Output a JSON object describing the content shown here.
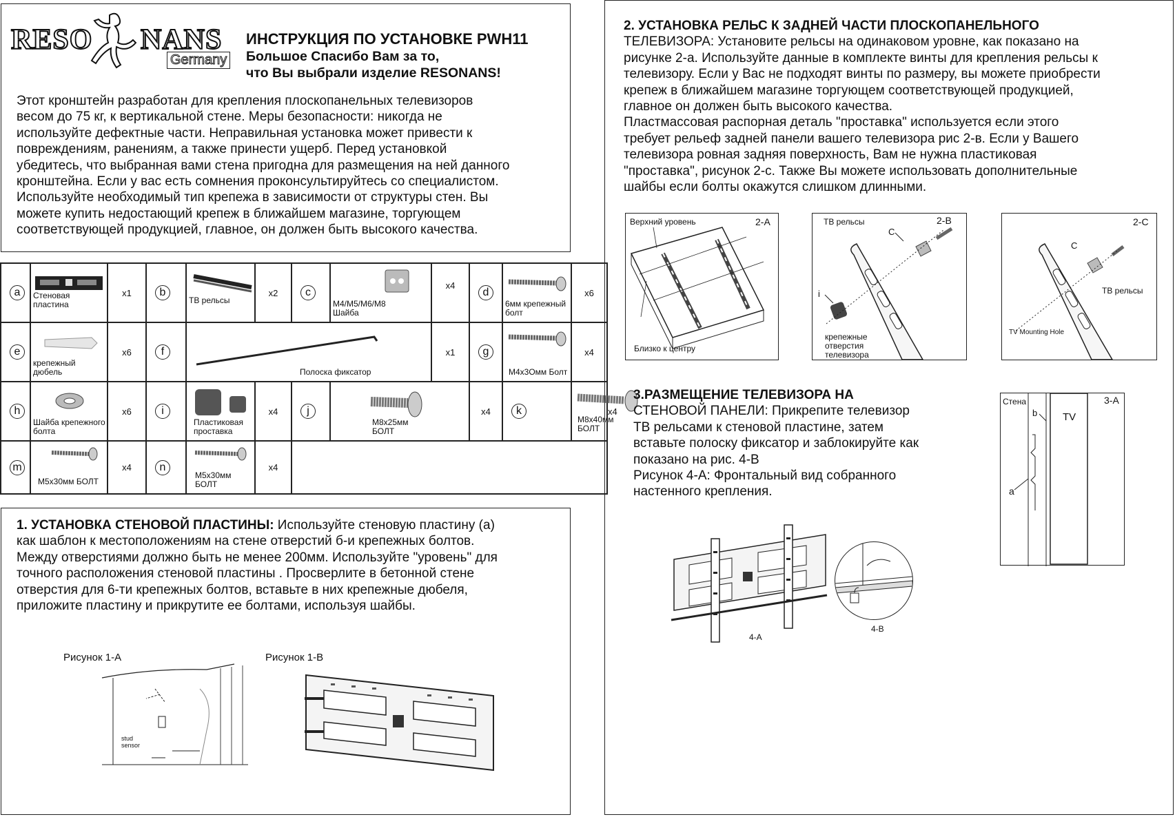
{
  "header": {
    "logo_text_left": "RESO",
    "logo_text_right": "NANS",
    "logo_sub": "Germany",
    "title": "ИНСТРУКЦИЯ ПО УСТАНОВКЕ PWH11",
    "thanks_line1": "Большое Спасибо Вам за то,",
    "thanks_line2": "что Вы выбрали изделие RESONANS!"
  },
  "intro": {
    "lines": [
      "Этот кронштейн разработан для крепления плоскопанельных телевизоров",
      "весом до 75 кг, к вертикальной стене. Меры безопасности: никогда не",
      "используйте дефектные части. Неправильная установка может привести к",
      "повреждениям, ранениям, а также принести ущерб. Перед установкой",
      "убедитесь, что выбранная вами стена пригодна для размещения на ней данного",
      "кронштейна. Если у вас есть сомнения проконсультируйтесь со специалистом.",
      "Используйте необходимый тип крепежа в зависимости от структуры стен. Вы",
      "можете купить недостающий крепеж в ближайшем магазине, торгующем",
      "соответствующей продукцией, главное, он должен быть высокого качества."
    ]
  },
  "parts": [
    {
      "letter": "a",
      "label": "Стеновая  пластина",
      "qty": "x1",
      "icon": "wall-plate-icon"
    },
    {
      "letter": "b",
      "label": "ТВ рельсы",
      "qty": "x2",
      "icon": "tv-rails-icon"
    },
    {
      "letter": "c",
      "label": "M4/M5/M6/M8 Шайба",
      "qty": "x4",
      "icon": "washer-plate-icon"
    },
    {
      "letter": "d",
      "label": "6мм крепежный болт",
      "qty": "x6",
      "icon": "bolt-icon"
    },
    {
      "letter": "e",
      "label": "крепежный дюбель",
      "qty": "x6",
      "icon": "anchor-icon"
    },
    {
      "letter": "f",
      "label": "Полоска фиксатор",
      "qty": "x1",
      "icon": "lock-rod-icon"
    },
    {
      "letter": "g",
      "label": "М4х3Омм Болт",
      "qty": "x4",
      "icon": "bolt-icon"
    },
    {
      "letter": "h",
      "label": "Шайба крепежного болта",
      "qty": "x6",
      "icon": "washer-icon"
    },
    {
      "letter": "i",
      "label": "Пластиковая проставка",
      "qty": "x4",
      "icon": "spacer-icon"
    },
    {
      "letter": "j",
      "label": "М8х25мм БОЛТ",
      "qty": "x4",
      "icon": "bolt-icon"
    },
    {
      "letter": "k",
      "label": "М8х40мм БОЛТ",
      "qty": "x4",
      "icon": "bolt-icon"
    },
    {
      "letter": "m",
      "label": "М5х30мм БОЛТ",
      "qty": "x4",
      "icon": "bolt-icon"
    },
    {
      "letter": "n",
      "label": "М5х30мм БОЛТ",
      "qty": "x4",
      "icon": "bolt-icon"
    }
  ],
  "step1": {
    "heading": "1. УСТАНОВКА СТЕНОВОЙ  ПЛАСТИНЫ:",
    "first_line_rest": " Используйте стеновую пластину (а)",
    "lines": [
      "как шаблон к местоположениям на стене отверстий б-и крепежных болтов.",
      "Между отверстиями должно быть не менее 200мм. Используйте \"уровень\" для",
      "точного расположения стеновой пластины . Просверлите в бетонной стене",
      "отверстия для 6-ти крепежных болтов, вставьте в них крепежные дюбеля,",
      "приложите пластину и прикрутите ее болтами, используя шайбы."
    ],
    "fig_a_caption": "Рисунок 1-А",
    "fig_b_caption": "Рисунок 1-В",
    "fig_a_label": "stud sensor"
  },
  "step2": {
    "heading": "2. УСТАНОВКА РЕЛЬС К ЗАДНЕЙ ЧАСТИ ПЛОСКОПАНЕЛЬНОГО",
    "lines": [
      "ТЕЛЕВИЗОРА: Установите рельсы на одинаковом уровне, как показано на",
      "рисунке 2-а. Используйте данные в комплекте винты для крепления рельсы к",
      "телевизору. Если у Вас не подходят винты по размеру, вы можете приобрести",
      "крепеж в ближайшем магазине торгующем соответствующей продукцией,",
      "главное он должен быть высокого качества.",
      "Пластмассовая распорная деталь \"проставка\" используется если этого",
      "требует рельеф задней панели вашего телевизора рис 2-в. Если у Вашего",
      "телевизора ровная задняя поверхность,  Вам не нужна пластиковая",
      "\"проставка\", рисунок 2-с. Также Вы можете использовать дополнительные",
      "шайбы  если болты окажутся слишком длинными."
    ],
    "fig2a": {
      "tag": "2-A",
      "top_label": "Верхний уровень",
      "bottom_label": "Близко к центру"
    },
    "fig2b": {
      "tag": "2-B",
      "rails_label": "ТВ рельсы",
      "c_label": "C",
      "i_label": "i",
      "holes_label": "крепежные отверстия телевизора"
    },
    "fig2c": {
      "tag": "2-C",
      "c_label": "C",
      "rails_label": "ТВ рельсы",
      "hole_label": "TV Mounting Hole"
    }
  },
  "step3": {
    "lines": [
      "3.РАЗМЕЩЕНИЕ ТЕЛЕВИЗОРА НА",
      "СТЕНОВОЙ ПАНЕЛИ: Прикрепите телевизор",
      "ТВ рельсами к стеновой пластине, затем",
      "вставьте полоску фиксатор и заблокируйте как",
      "показано на рис. 4-В",
      "Рисунок 4-А: Фронтальный вид собранного",
      "настенного крепления."
    ],
    "fig3a": {
      "tag": "3-A",
      "wall_label": "Стена",
      "tv_label": "TV",
      "a_label": "a",
      "b_label": "b"
    },
    "fig4a_caption": "4-A",
    "fig4b_caption": "4-B"
  }
}
